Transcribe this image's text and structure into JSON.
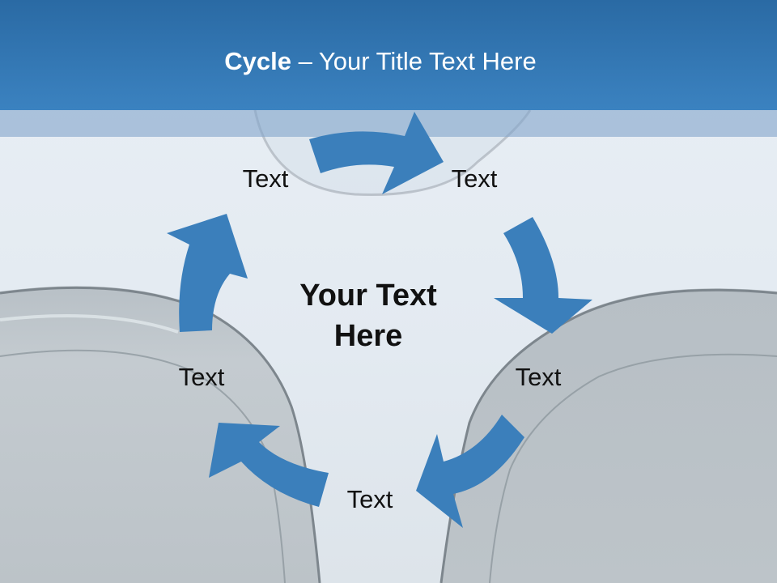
{
  "title": {
    "bold": "Cycle",
    "rest": " – Your Title Text Here"
  },
  "diagram": {
    "center_text_line1": "Your Text",
    "center_text_line2": "Here",
    "nodes": [
      "Text",
      "Text",
      "Text",
      "Text",
      "Text"
    ],
    "arrow_count": 5
  },
  "colors": {
    "header": "#2f73b1",
    "arrow": "#3b7fbb",
    "header_band": "#a4bad6"
  }
}
